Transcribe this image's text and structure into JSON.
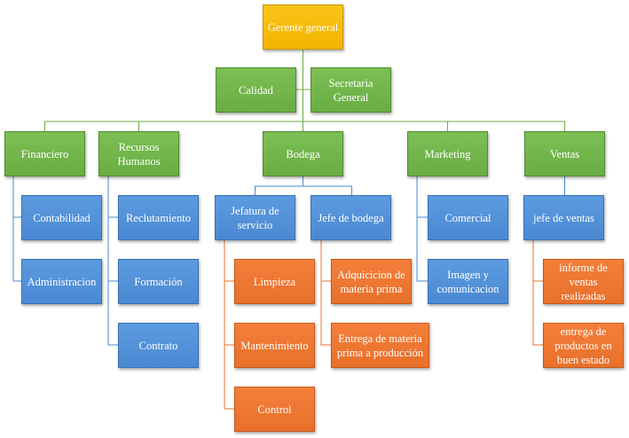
{
  "colors": {
    "top": "#f2b400",
    "level1": "#6aad43",
    "level2": "#4a89d2",
    "level3": "#e8702b",
    "connector_green": "#6aad43",
    "connector_blue": "#4a89d2",
    "connector_orange": "#e8702b"
  },
  "root": {
    "label": "Gerente general"
  },
  "staff": [
    {
      "label": "Calidad"
    },
    {
      "label": "Secretaria General"
    }
  ],
  "departments": [
    {
      "label": "Financiero",
      "children": [
        {
          "label": "Contabilidad"
        },
        {
          "label": "Administracion"
        }
      ]
    },
    {
      "label": "Recursos Humanos",
      "children": [
        {
          "label": "Reclutamiento"
        },
        {
          "label": "Formación"
        },
        {
          "label": "Contrato"
        }
      ]
    },
    {
      "label": "Bodega",
      "children": [
        {
          "label": "Jefatura de servicio",
          "children": [
            {
              "label": "Limpieza"
            },
            {
              "label": "Mantenimiento"
            },
            {
              "label": "Control"
            }
          ]
        },
        {
          "label": "Jefe de bodega",
          "children": [
            {
              "label": "Adquicicion de materia prima"
            },
            {
              "label": "Entrega de materia prima a producción"
            }
          ]
        }
      ]
    },
    {
      "label": "Marketing",
      "children": [
        {
          "label": "Comercial"
        },
        {
          "label": "Imagen y comunicacion"
        }
      ]
    },
    {
      "label": "Ventas",
      "children": [
        {
          "label": "jefe de ventas",
          "children": [
            {
              "label": "informe de ventas realizadas"
            },
            {
              "label": "entrega de productos en buen estado"
            }
          ]
        }
      ]
    }
  ]
}
